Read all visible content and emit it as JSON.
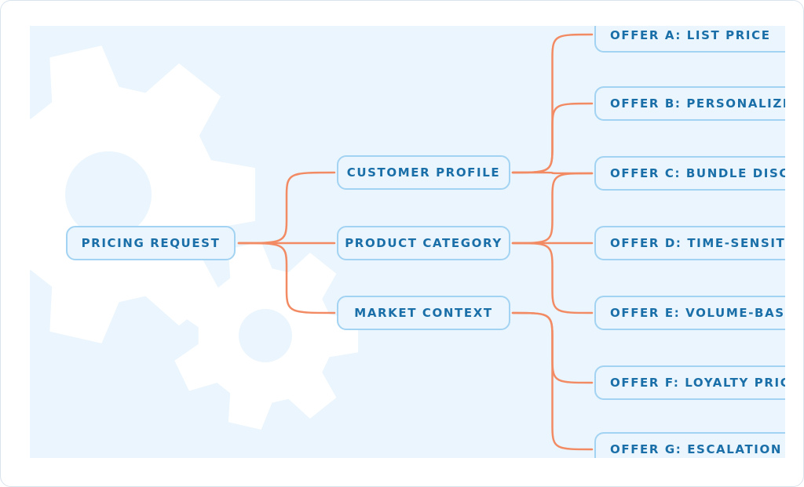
{
  "diagram": {
    "root": {
      "label": "PRICING REQUEST"
    },
    "branches": [
      {
        "label": "CUSTOMER PROFILE"
      },
      {
        "label": "PRODUCT CATEGORY"
      },
      {
        "label": "MARKET CONTEXT"
      }
    ],
    "offers": [
      {
        "label": "OFFER A: LIST PRICE"
      },
      {
        "label": "OFFER B: PERSONALIZED"
      },
      {
        "label": "OFFER C: BUNDLE DISCO"
      },
      {
        "label": "OFFER D: TIME-SENSITIV"
      },
      {
        "label": "OFFER E: VOLUME-BASED"
      },
      {
        "label": "OFFER F: LOYALTY PRICE"
      },
      {
        "label": "OFFER G: ESCALATION R"
      }
    ],
    "colors": {
      "connector": "#f28a63",
      "node_border": "#a3d3f2",
      "node_text": "#1a6fa8",
      "panel_bg": "#eaf5fd",
      "gear": "#ffffff"
    }
  }
}
